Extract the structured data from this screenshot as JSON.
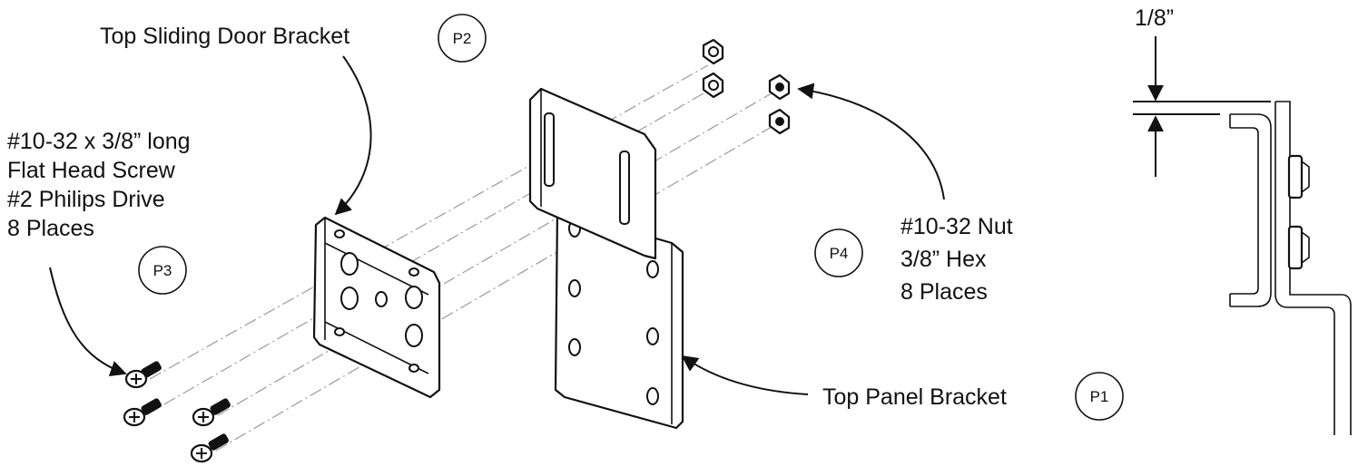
{
  "labels": {
    "top_sliding_door_bracket": "Top Sliding Door Bracket",
    "screw_line1": "#10-32 x 3/8” long",
    "screw_line2": "Flat Head Screw",
    "screw_line3": "#2 Philips Drive",
    "screw_line4": "8 Places",
    "nut_line1": "#10-32 Nut",
    "nut_line2": "3/8” Hex",
    "nut_line3": "8 Places",
    "top_panel_bracket": "Top Panel Bracket",
    "dimension": "1/8”"
  },
  "callouts": {
    "p1": "P1",
    "p2": "P2",
    "p3": "P3",
    "p4": "P4"
  }
}
